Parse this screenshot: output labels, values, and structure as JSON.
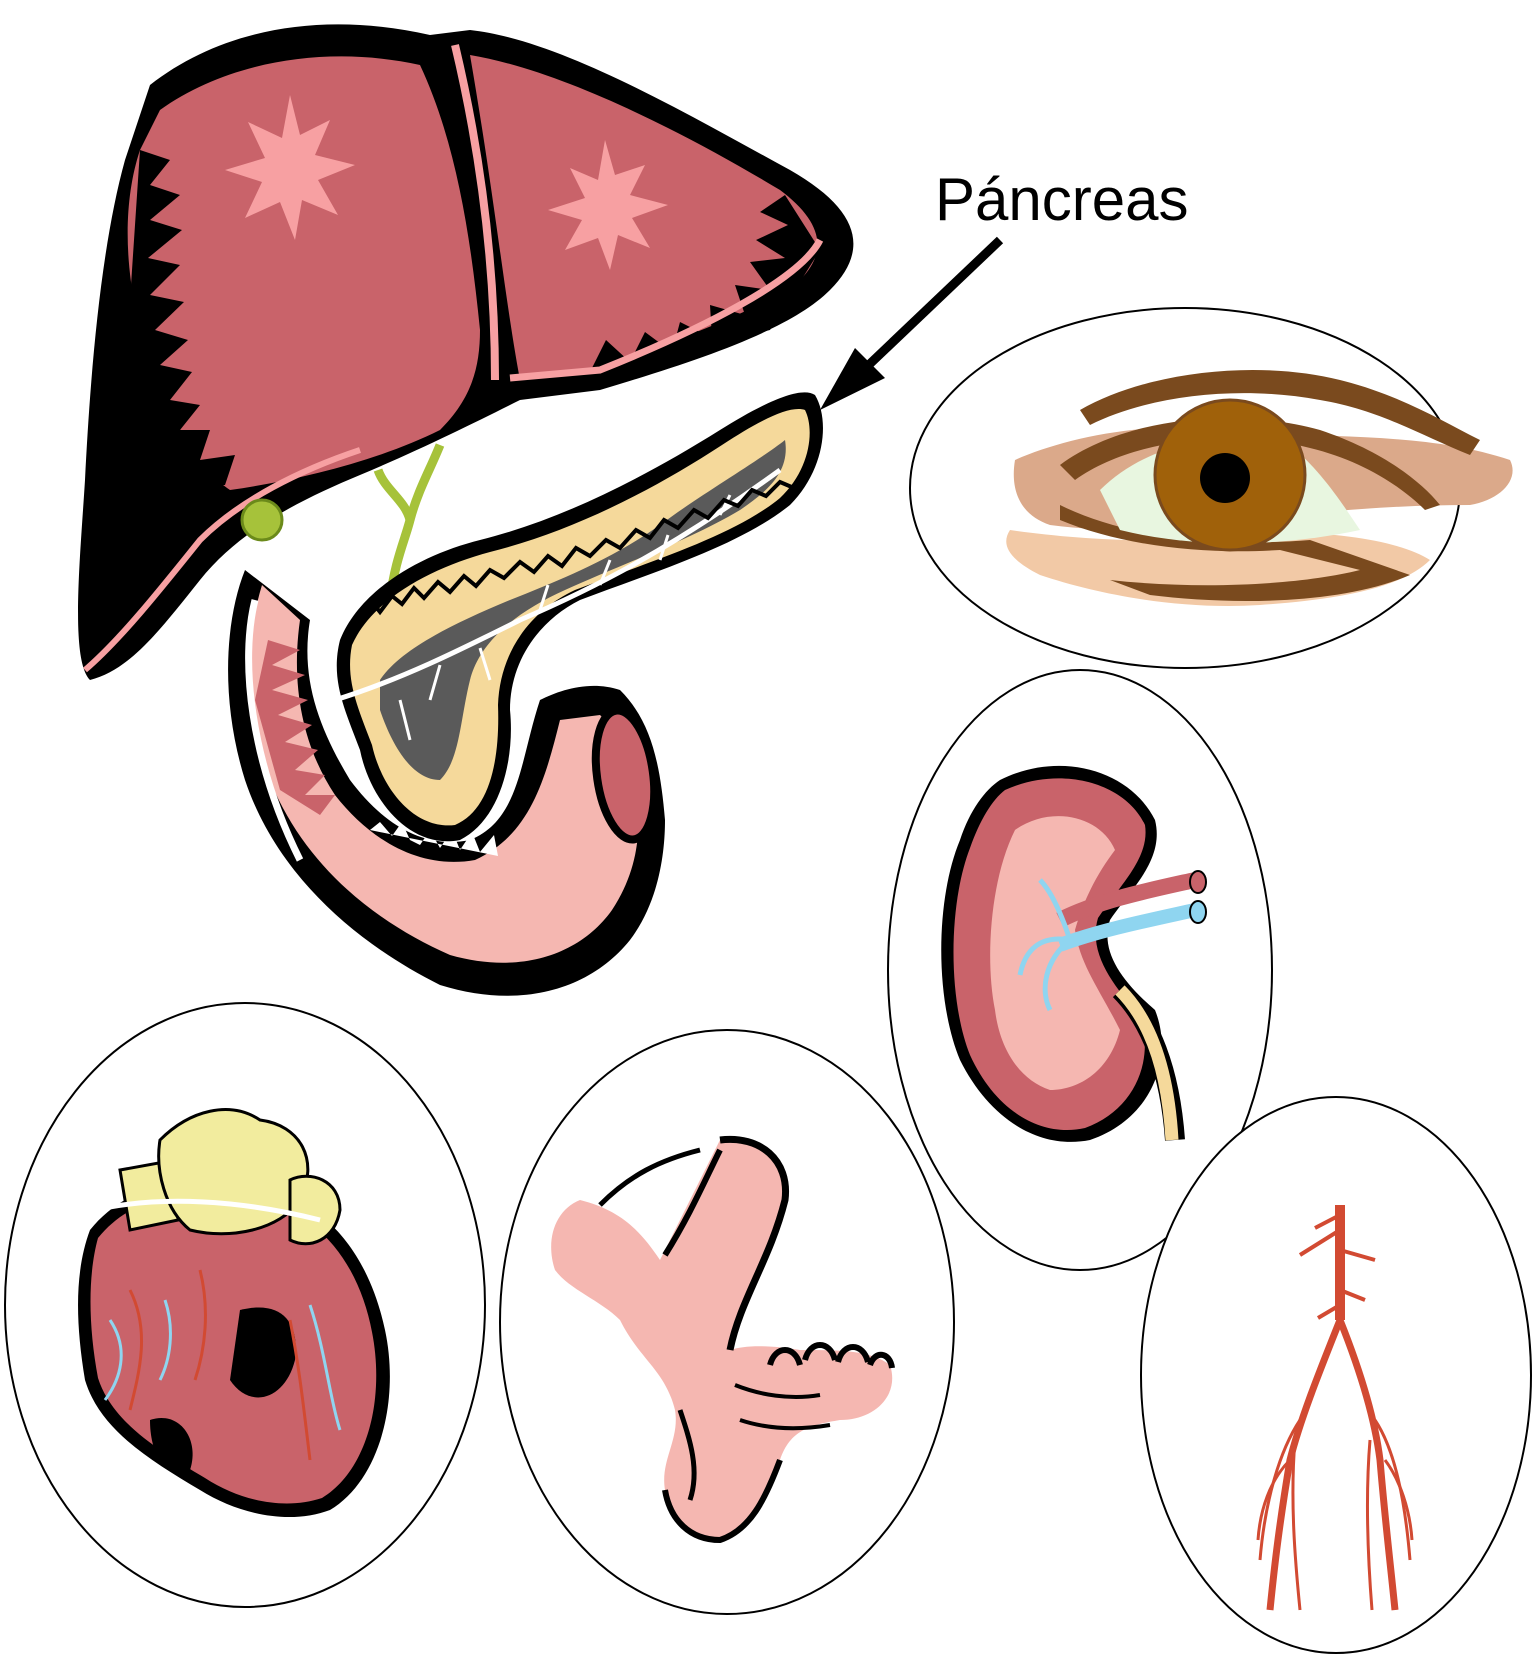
{
  "labels": {
    "pancreas": "Páncreas"
  },
  "organs": [
    {
      "name": "liver"
    },
    {
      "name": "pancreas"
    },
    {
      "name": "duodenum"
    },
    {
      "name": "eye"
    },
    {
      "name": "kidney"
    },
    {
      "name": "heart"
    },
    {
      "name": "foot"
    },
    {
      "name": "arteries"
    }
  ],
  "colors": {
    "organ": "#c9636a",
    "organ_light": "#f7a0a2",
    "pancreas": "#f5d99b",
    "pancreas_core": "#5a5a5a",
    "outline": "#000000",
    "iris": "#a0610a",
    "skin": "#f5b7b1",
    "eye_skin": "#dba98a",
    "eye_brow": "#7a4a1e",
    "artery": "#d24a32",
    "bile_duct": "#a6c23a",
    "heart_fat": "#f2ec9e",
    "vein_blue": "#8fd5f0"
  }
}
